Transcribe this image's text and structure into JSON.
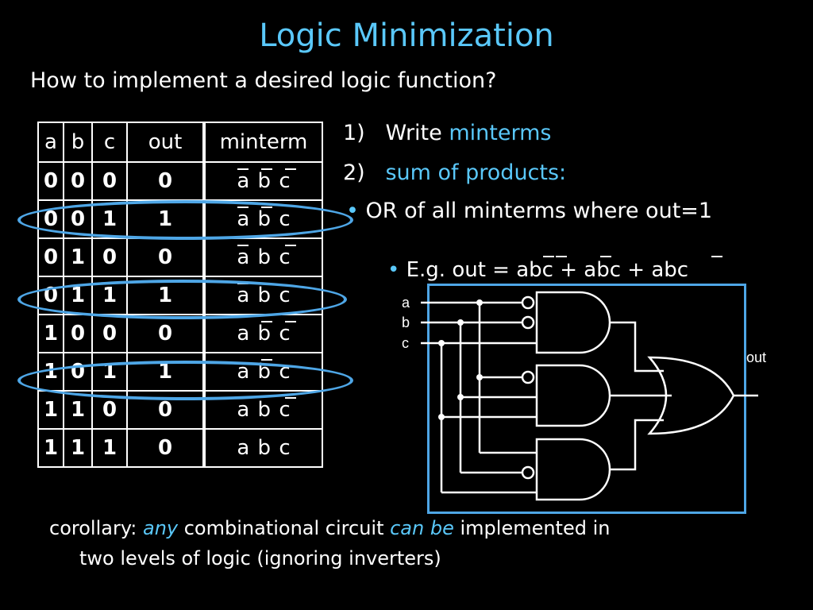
{
  "title": "Logic Minimization",
  "subtitle": "How to implement a desired logic function?",
  "table": {
    "headers": [
      "a",
      "b",
      "c",
      "out",
      "minterm"
    ],
    "rows": [
      {
        "a": "0",
        "b": "0",
        "c": "0",
        "out": "0",
        "minterm": "a b c",
        "bars": [
          true,
          true,
          true
        ]
      },
      {
        "a": "0",
        "b": "0",
        "c": "1",
        "out": "1",
        "minterm": "a b c",
        "bars": [
          true,
          true,
          false
        ]
      },
      {
        "a": "0",
        "b": "1",
        "c": "0",
        "out": "0",
        "minterm": "a b c",
        "bars": [
          true,
          false,
          true
        ]
      },
      {
        "a": "0",
        "b": "1",
        "c": "1",
        "out": "1",
        "minterm": "a b c",
        "bars": [
          true,
          false,
          false
        ]
      },
      {
        "a": "1",
        "b": "0",
        "c": "0",
        "out": "0",
        "minterm": "a b c",
        "bars": [
          false,
          true,
          true
        ]
      },
      {
        "a": "1",
        "b": "0",
        "c": "1",
        "out": "1",
        "minterm": "a b c",
        "bars": [
          false,
          true,
          false
        ]
      },
      {
        "a": "1",
        "b": "1",
        "c": "0",
        "out": "0",
        "minterm": "a b c",
        "bars": [
          false,
          false,
          true
        ]
      },
      {
        "a": "1",
        "b": "1",
        "c": "1",
        "out": "0",
        "minterm": "a b c",
        "bars": [
          false,
          false,
          false
        ]
      }
    ]
  },
  "steps": [
    {
      "num": "1)",
      "text": "Write ",
      "highlight": "minterms"
    },
    {
      "num": "2)",
      "text": "",
      "highlight": "sum of products:"
    }
  ],
  "bullet1": "OR of all minterms where out=1",
  "bullet2": "E.g. out = abc + abc + abc",
  "circuit": {
    "inputs": [
      "a",
      "b",
      "c"
    ],
    "output": "out"
  },
  "corollary": {
    "prefix": "corollary: ",
    "em1": "any",
    "mid": " combinational circuit ",
    "em2": "can be",
    "suffix": " implemented in",
    "line2": "two levels of logic (ignoring inverters)"
  },
  "colors": {
    "accent": "#5ac8fa",
    "ellipse": "#4ea6e6",
    "background": "#000000"
  }
}
